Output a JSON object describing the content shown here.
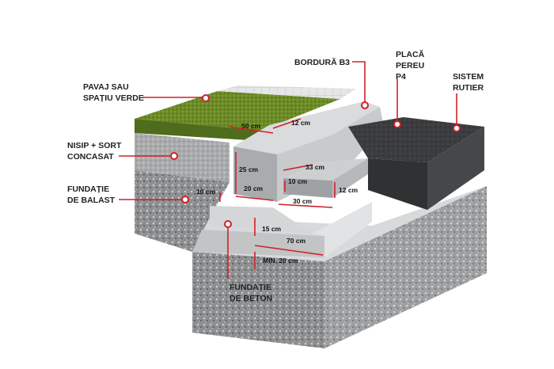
{
  "labels": {
    "pavaj": [
      "PAVAJ SAU",
      "SPAȚIU VERDE"
    ],
    "nisip": [
      "NISIP + SORT",
      "CONCASAT"
    ],
    "fundatie_balast": [
      "FUNDAȚIE",
      "DE BALAST"
    ],
    "fundatie_beton": [
      "FUNDAȚIE",
      "DE BETON"
    ],
    "bordura": "BORDURĂ B3",
    "placa": [
      "PLACĂ",
      "PEREU",
      "P4"
    ],
    "sistem": [
      "SISTEM",
      "RUTIER"
    ]
  },
  "dimensions": {
    "d50": "50 cm",
    "d12_top": "12 cm",
    "d25": "25 cm",
    "d20": "20 cm",
    "d10_left": "10 cm",
    "d33": "33 cm",
    "d10_plate": "10 cm",
    "d12_plate": "12 cm",
    "d30": "30 cm",
    "d15": "15 cm",
    "d70": "70 cm",
    "dmin20": "MIN. 20 cm"
  },
  "colors": {
    "accent_red": "#d0202a",
    "grass": "#6f8f2a",
    "concrete": "#b9bcbd",
    "asphalt": "#3b3d3e",
    "gravel": "#8e9092"
  }
}
